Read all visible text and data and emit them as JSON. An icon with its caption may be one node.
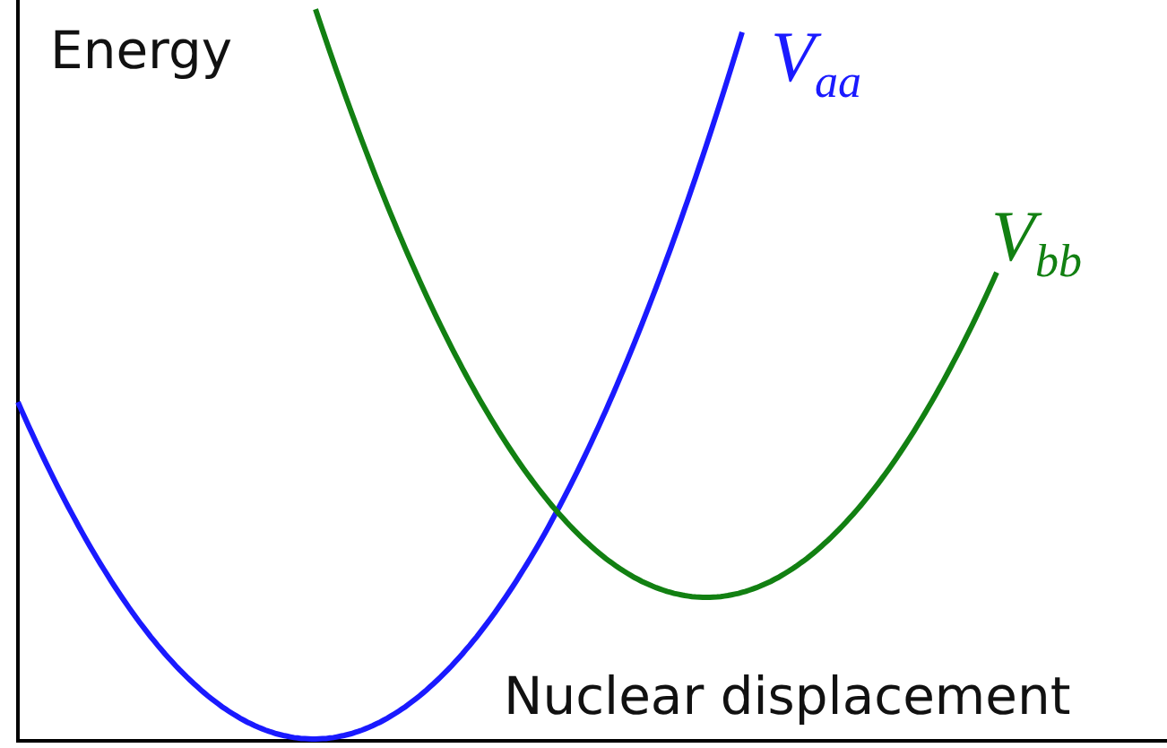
{
  "diagram": {
    "labels": [
      "Energy",
      "V$_{aa}$",
      "V$_{bb}$",
      "Nuclear displacement"
    ]
  }
}
